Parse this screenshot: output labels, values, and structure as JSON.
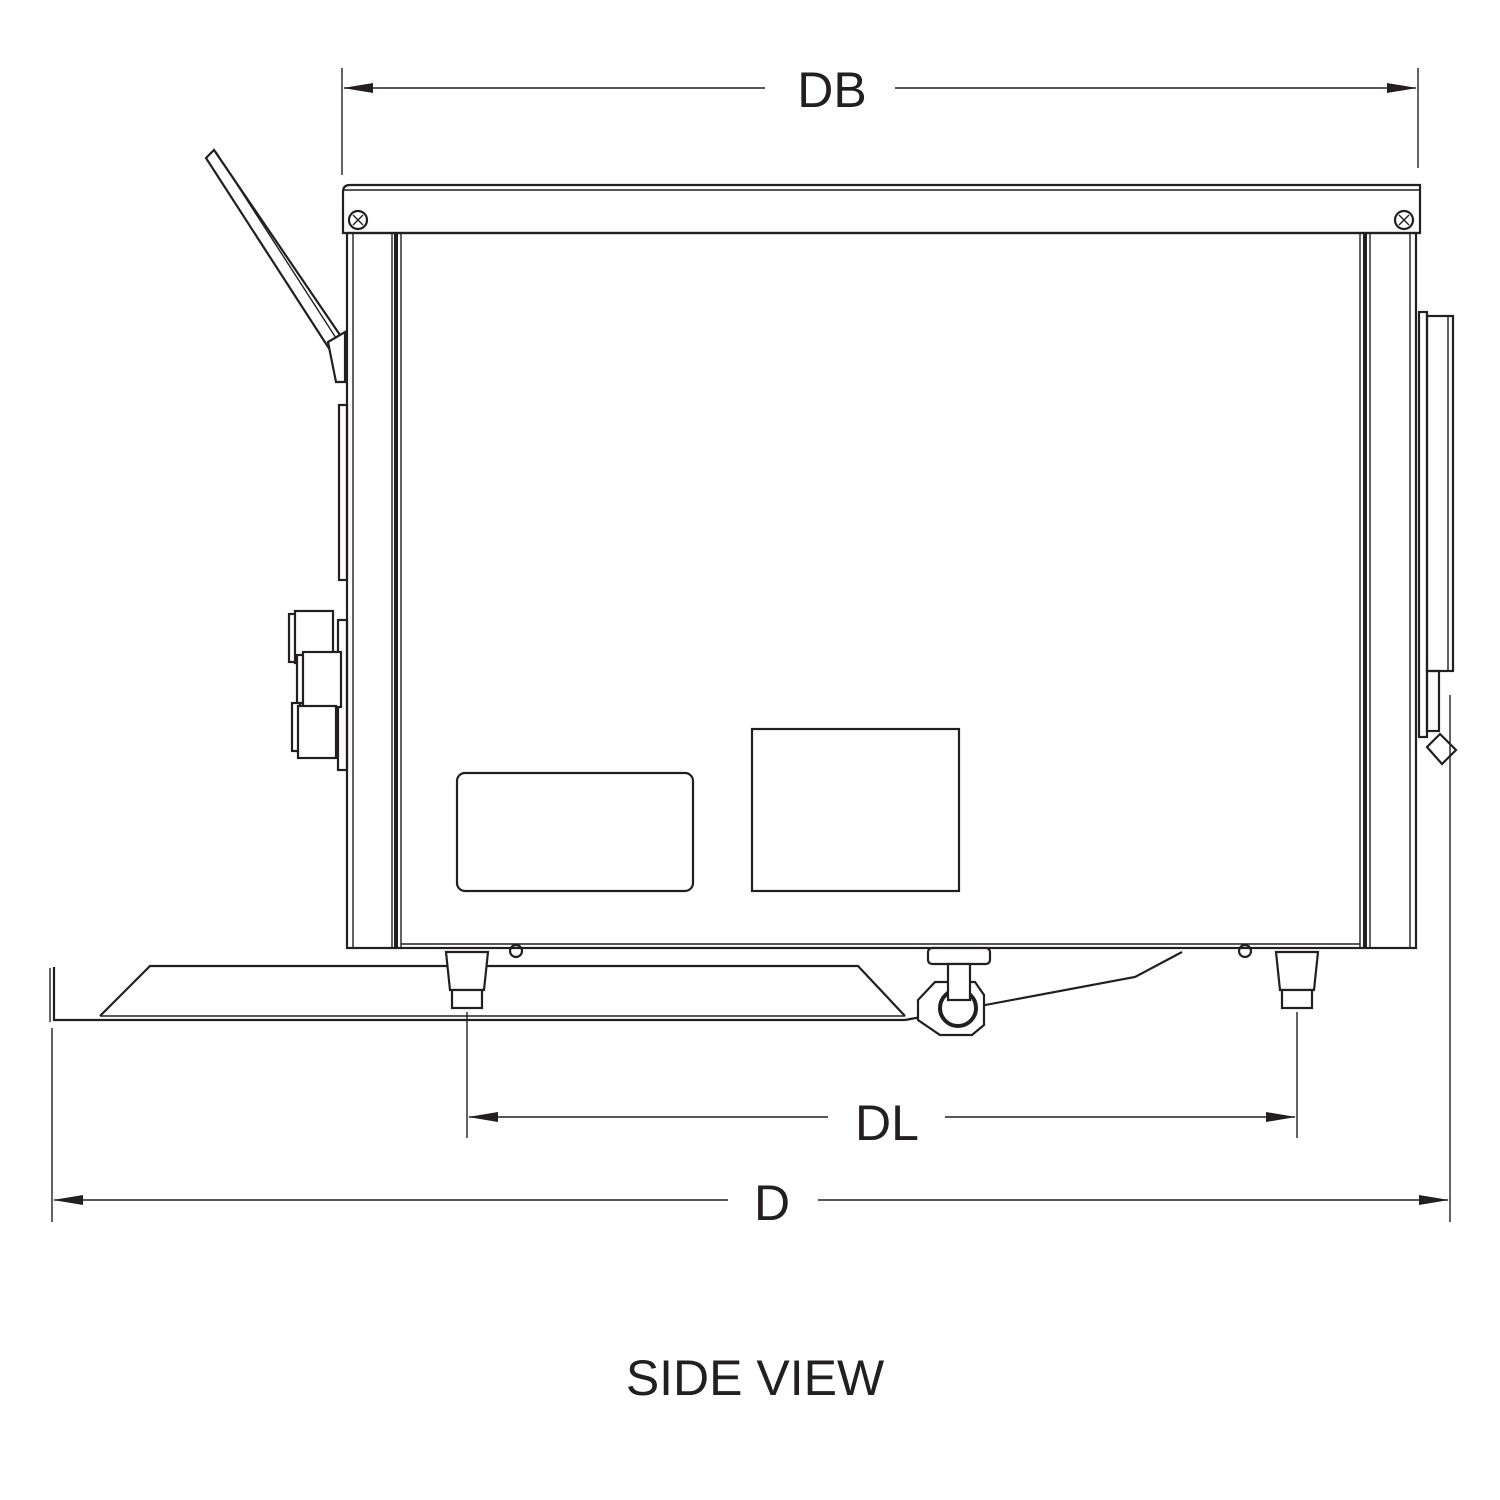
{
  "dimensions": {
    "db_label": "DB",
    "dl_label": "DL",
    "d_label": "D"
  },
  "view_title": "SIDE VIEW",
  "colors": {
    "line": "#231f20",
    "background": "#ffffff"
  }
}
